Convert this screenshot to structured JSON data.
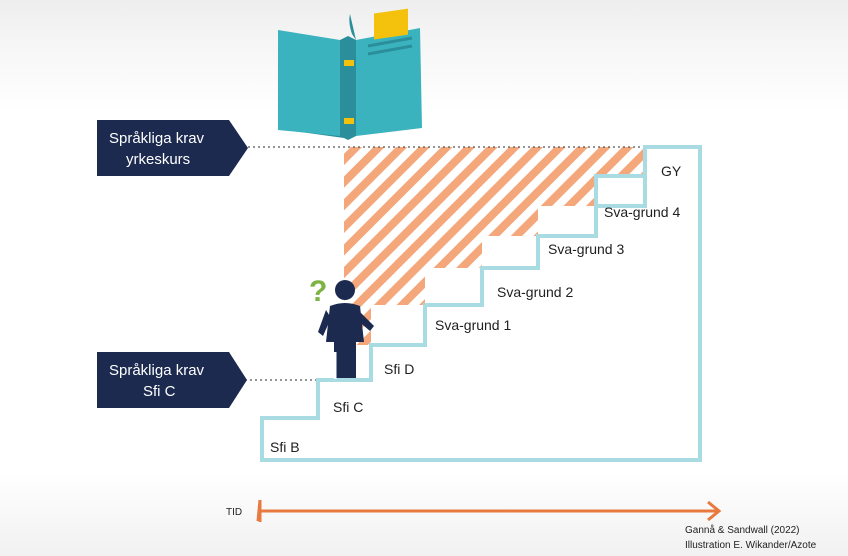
{
  "flags": {
    "top": {
      "line1": "Språkliga krav",
      "line2": "yrkeskurs"
    },
    "bottom": {
      "line1": "Språkliga krav",
      "line2": "Sfi C"
    }
  },
  "steps": [
    "Sfi B",
    "Sfi C",
    "Sfi D",
    "Sva-grund 1",
    "Sva-grund 2",
    "Sva-grund 3",
    "Sva-grund 4",
    "GY"
  ],
  "figure": {
    "question_mark": "?"
  },
  "timeline": {
    "label": "TID"
  },
  "credits": {
    "line1": "Gannå & Sandwall (2022)",
    "line2": "Illustration E. Wikander/Azote"
  },
  "colors": {
    "navy": "#1b2a4e",
    "outline": "#a9dbe3",
    "hatch": "#f4a77a",
    "arrow": "#e8793f",
    "book_teal": "#3bb3bf",
    "book_dark": "#2a8f9a",
    "book_label": "#f4c20d",
    "question": "#7cb342"
  }
}
